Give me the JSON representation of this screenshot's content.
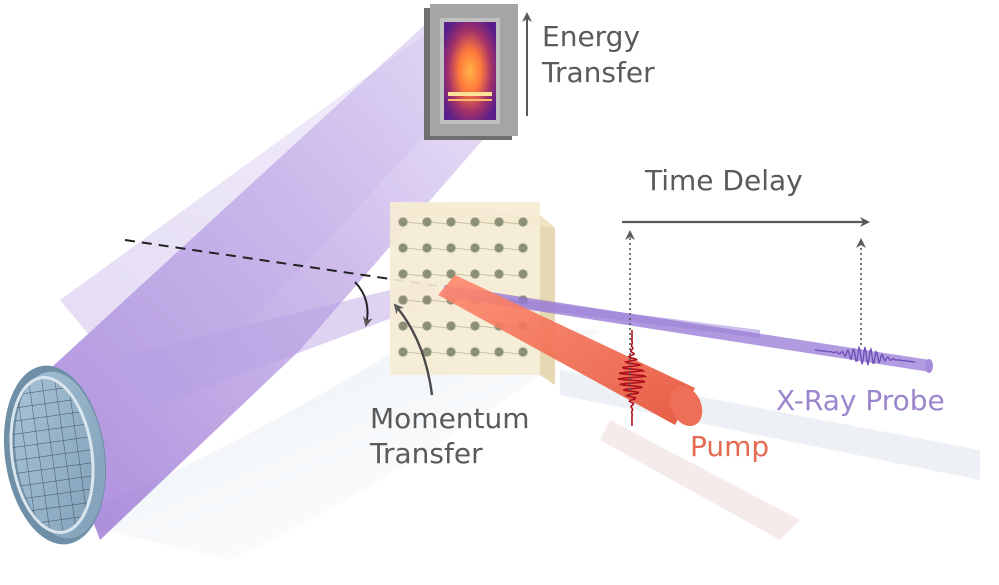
{
  "labels": {
    "energy_line1": "Energy",
    "energy_line2": "Transfer",
    "time_delay": "Time Delay",
    "momentum_line1": "Momentum",
    "momentum_line2": "Transfer",
    "pump": "Pump",
    "xray_probe": "X-Ray Probe"
  },
  "colors": {
    "xray_beam": "#9b7fd0",
    "xray_label": "#9b86cc",
    "pump_beam": "#e9614a",
    "pump_label": "#e46b52",
    "pulse": "#b0101e",
    "text": "#5a5a5a",
    "sample_face": "#f5ecd4",
    "detector_frame": "#8c8c8c"
  }
}
